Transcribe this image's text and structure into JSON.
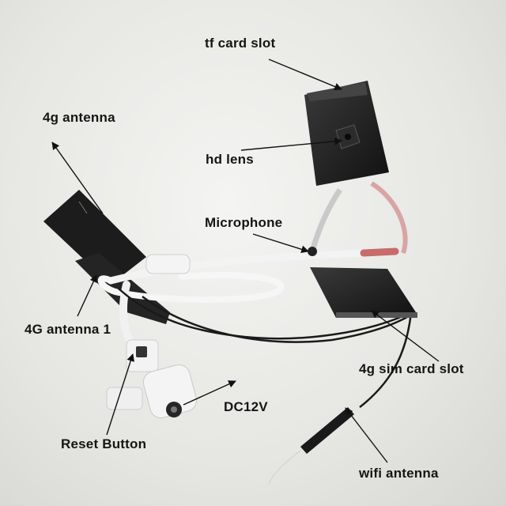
{
  "labels": {
    "tf_card_slot": "tf card slot",
    "antenna_4g": "4g antenna",
    "hd_lens": "hd lens",
    "microphone": "Microphone",
    "antenna_4g_1": "4G antenna 1",
    "sim_card_slot_4g": "4g sim card slot",
    "dc12v": "DC12V",
    "reset_button": "Reset Button",
    "wifi_antenna": "wifi antenna"
  },
  "colors": {
    "background": "#e8e8e5",
    "module_black": "#1e1e1e",
    "cable_white": "#f2f2f2",
    "cable_black": "#1a1a1a",
    "label_text": "#151515"
  }
}
